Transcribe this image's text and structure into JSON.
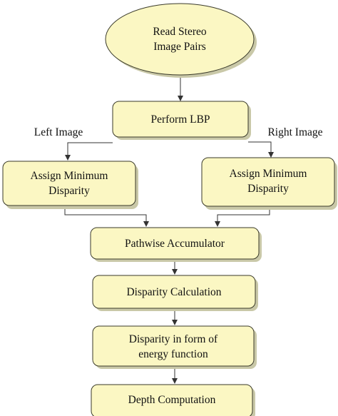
{
  "nodes": {
    "read": [
      "Read Stereo",
      "Image Pairs"
    ],
    "lbp": [
      "Perform LBP"
    ],
    "assign_left": [
      "Assign Minimum",
      "Disparity"
    ],
    "assign_right": [
      "Assign Minimum",
      "Disparity"
    ],
    "pathwise": [
      "Pathwise Accumulator"
    ],
    "disparity_calc": [
      "Disparity Calculation"
    ],
    "energy": [
      "Disparity in form of",
      "energy function"
    ],
    "depth": [
      "Depth Computation"
    ]
  },
  "labels": {
    "left": "Left Image",
    "right": "Right Image"
  },
  "colors": {
    "box_fill": "#fbf7c3",
    "box_stroke": "#3a3a2a",
    "shadow": "#c9c8a8",
    "line": "#333333"
  }
}
